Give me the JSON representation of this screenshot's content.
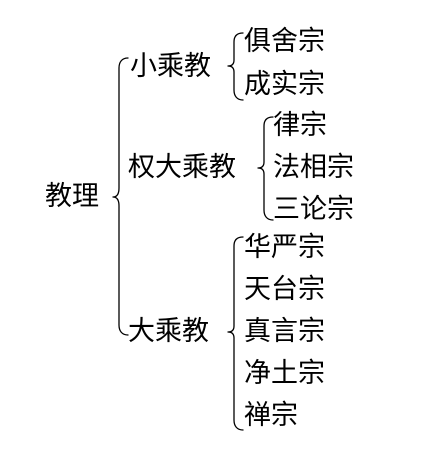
{
  "root": "教理",
  "branches": [
    {
      "label": "小乘教",
      "schools": [
        "俱舍宗",
        "成实宗"
      ]
    },
    {
      "label": "权大乘教",
      "schools": [
        "律宗",
        "法相宗",
        "三论宗"
      ]
    },
    {
      "label": "大乘教",
      "schools": [
        "华严宗",
        "天台宗",
        "真言宗",
        "净土宗",
        "禅宗"
      ]
    }
  ],
  "colors": {
    "text": "#000000",
    "line": "#000000",
    "background": "#ffffff"
  }
}
